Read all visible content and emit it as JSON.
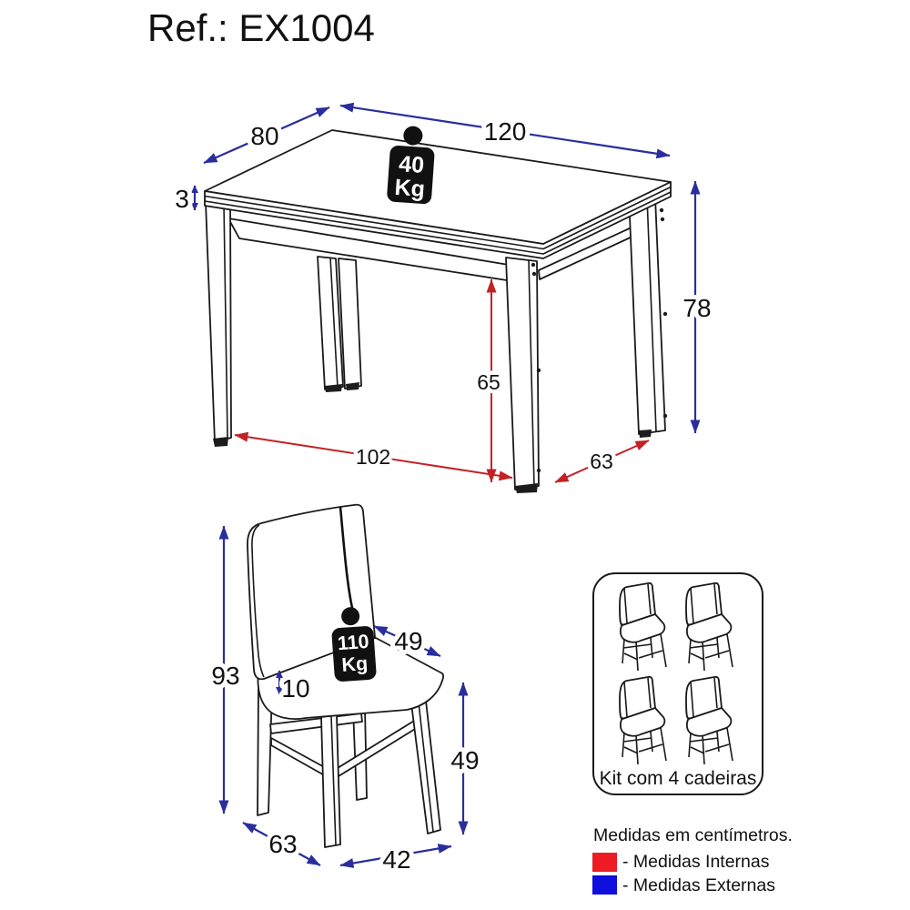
{
  "title": "Ref.: EX1004",
  "colors": {
    "internal": "#ed1c24",
    "external": "#0e0edd",
    "internal_arrow": "#c32126",
    "external_arrow": "#2a2e9c",
    "ink": "#1a1a1a"
  },
  "table": {
    "width": "120",
    "depth": "80",
    "top_thickness": "3",
    "height": "78",
    "inner_width": "102",
    "inner_height": "65",
    "inner_depth": "63",
    "weight_value": "40",
    "weight_unit": "Kg"
  },
  "chair": {
    "height": "93",
    "seat_depth": "49",
    "seat_thickness": "10",
    "seat_height": "49",
    "base_depth": "63",
    "base_width": "42",
    "weight_value": "110",
    "weight_unit": "Kg"
  },
  "kit": {
    "label": "Kit com 4 cadeiras"
  },
  "legend": {
    "title": "Medidas em centímetros.",
    "internal_label": "- Medidas Internas",
    "external_label": "- Medidas Externas"
  }
}
